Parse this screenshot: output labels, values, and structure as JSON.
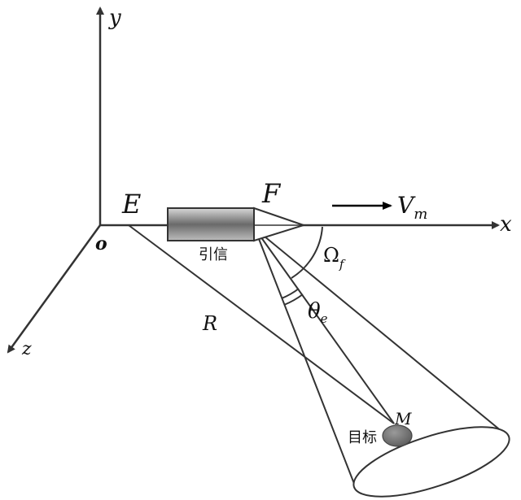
{
  "diagram": {
    "axes": {
      "y": "y",
      "x": "x",
      "z": "z",
      "origin": "o"
    },
    "points": {
      "E": "E",
      "F": "F",
      "M": "M"
    },
    "fuze_label": "引信",
    "velocity": {
      "symbol": "V",
      "subscript": "m"
    },
    "omega": {
      "symbol": "Ω",
      "subscript": "f"
    },
    "theta": {
      "symbol": "θ",
      "subscript": "e"
    },
    "range_label": "R",
    "target_label": "目标"
  }
}
